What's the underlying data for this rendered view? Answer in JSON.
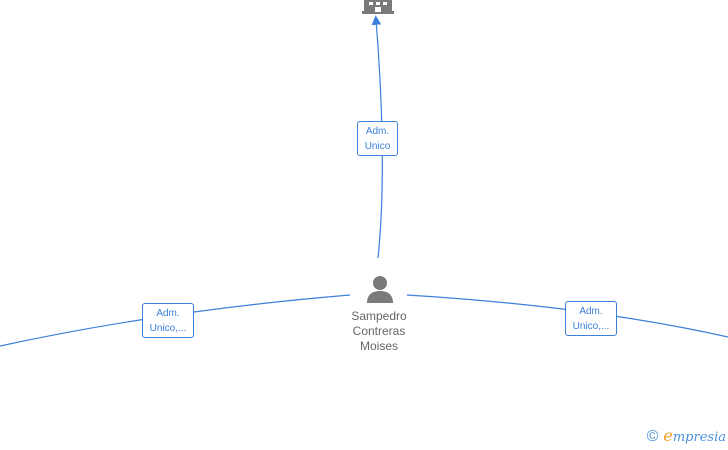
{
  "diagram": {
    "company_node": {
      "icon": "building-icon",
      "label": ""
    },
    "person_node": {
      "icon": "person-icon",
      "name_lines": [
        "Sampedro",
        "Contreras",
        "Moises"
      ]
    },
    "roles": {
      "top": {
        "line1": "Adm.",
        "line2": "Unico"
      },
      "left": {
        "line1": "Adm.",
        "line2": "Unico,..."
      },
      "right": {
        "line1": "Adm.",
        "line2": "Unico,..."
      }
    },
    "colors": {
      "edge": "#3b7fd9",
      "icon": "#7a7a7a",
      "name_text": "#666666"
    }
  },
  "footer": {
    "copyright_symbol": "©",
    "brand_initial": "e",
    "brand_rest": "mpresia"
  }
}
